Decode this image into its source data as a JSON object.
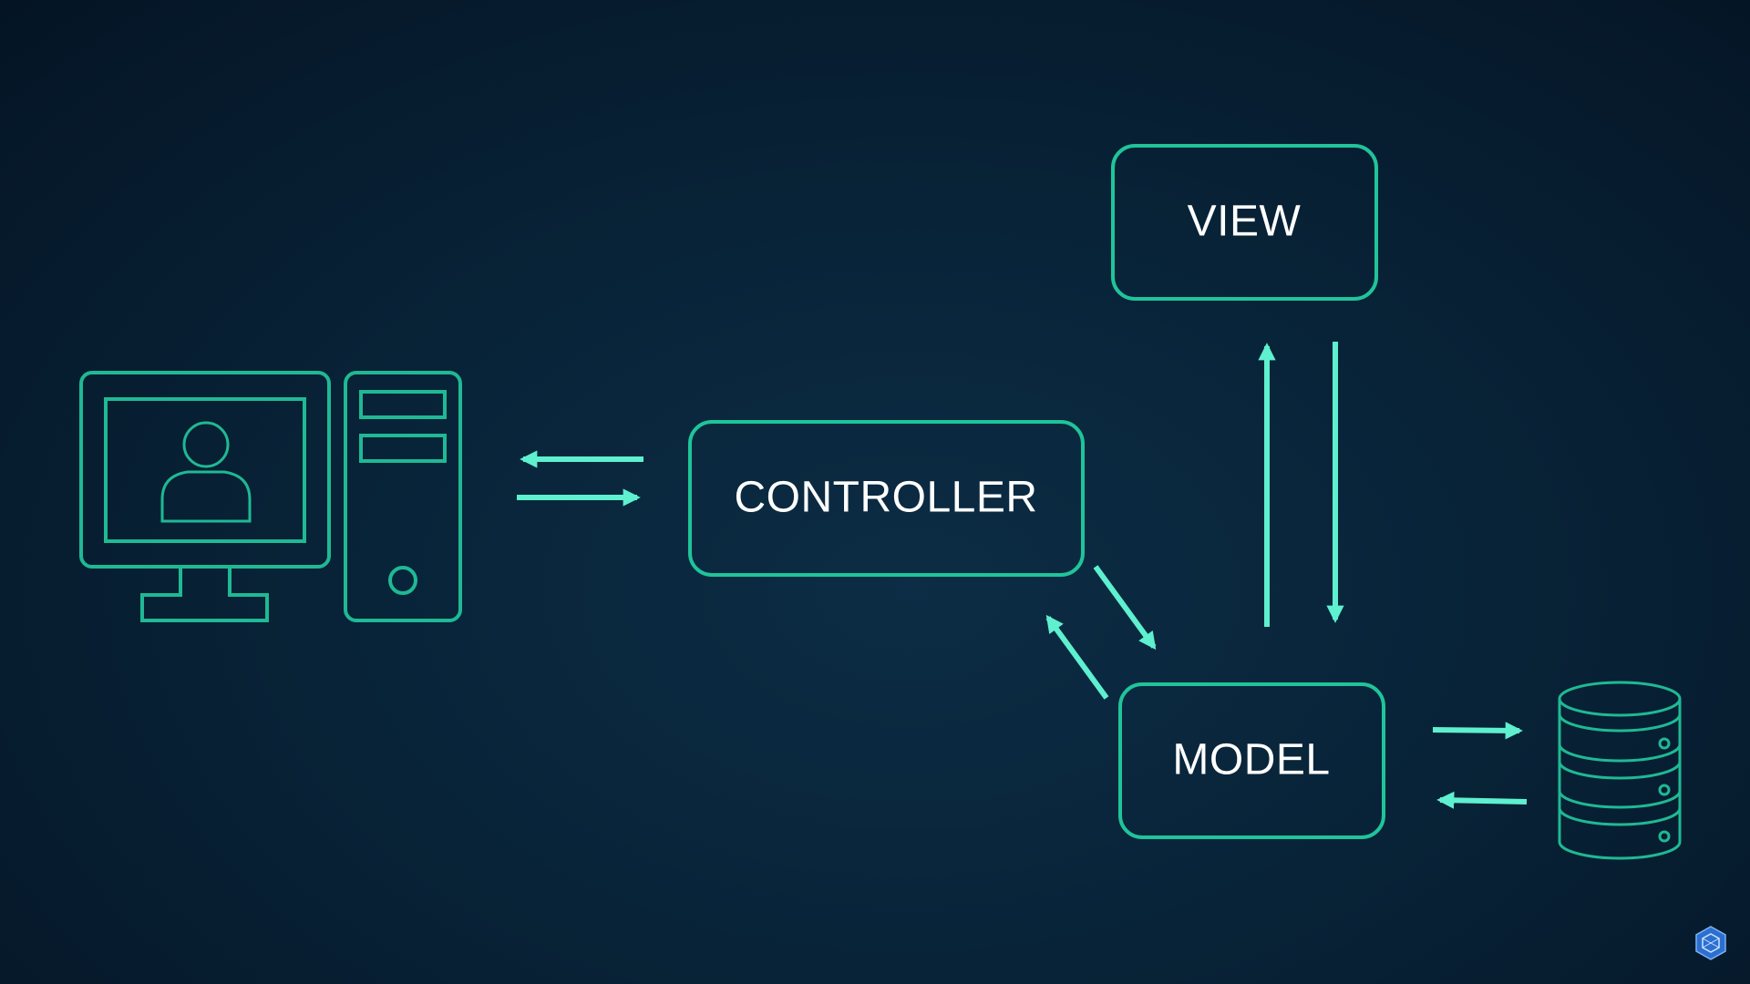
{
  "diagram": {
    "nodes": {
      "controller": {
        "label": "CONTROLLER"
      },
      "view": {
        "label": "VIEW"
      },
      "model": {
        "label": "MODEL"
      }
    },
    "icons": {
      "client": "computer-user-icon",
      "database": "database-icon",
      "brand": "hexagon-logo-icon"
    },
    "colors": {
      "background": "#061a2c",
      "box_stroke": "#20c49a",
      "arrow": "#5ef0cf",
      "icon": "#1fb994",
      "text": "#ffffff"
    }
  }
}
